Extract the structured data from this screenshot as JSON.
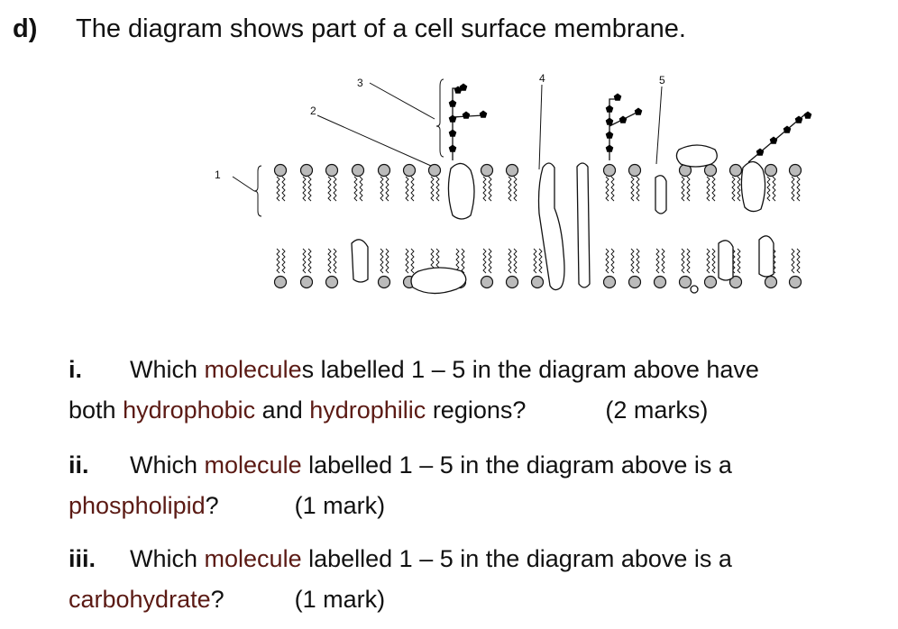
{
  "question": {
    "label": "d)",
    "text": "The diagram shows part of a cell surface membrane."
  },
  "diagram": {
    "labels": [
      "1",
      "2",
      "3",
      "4",
      "5"
    ],
    "colors": {
      "line": "#111111",
      "head_fill": "#bbbbbb",
      "sugar": "#000000"
    }
  },
  "subquestions": [
    {
      "num": "i.",
      "pre": "Which ",
      "hl1": "molecule",
      "mid1": "s labelled 1 – 5 in the diagram above have",
      "line2_pre": "both ",
      "hl2": "hydrophobic",
      "mid2": " and ",
      "hl3": "hydrophilic",
      "post": " regions?",
      "marks": "(2 marks)"
    },
    {
      "num": "ii.",
      "pre": "Which ",
      "hl1": "molecule",
      "mid1": " labelled 1 – 5 in the diagram above is a",
      "hl2": "phospholipid",
      "post": "?",
      "marks": "(1 mark)"
    },
    {
      "num": "iii.",
      "pre": "Which ",
      "hl1": "molecule",
      "mid1": " labelled 1 – 5 in the diagram above is a",
      "hl2": "carbohydrate",
      "post": "?",
      "marks": "(1 mark)"
    }
  ],
  "colors": {
    "highlight": "#5b1a14",
    "text": "#111111"
  }
}
